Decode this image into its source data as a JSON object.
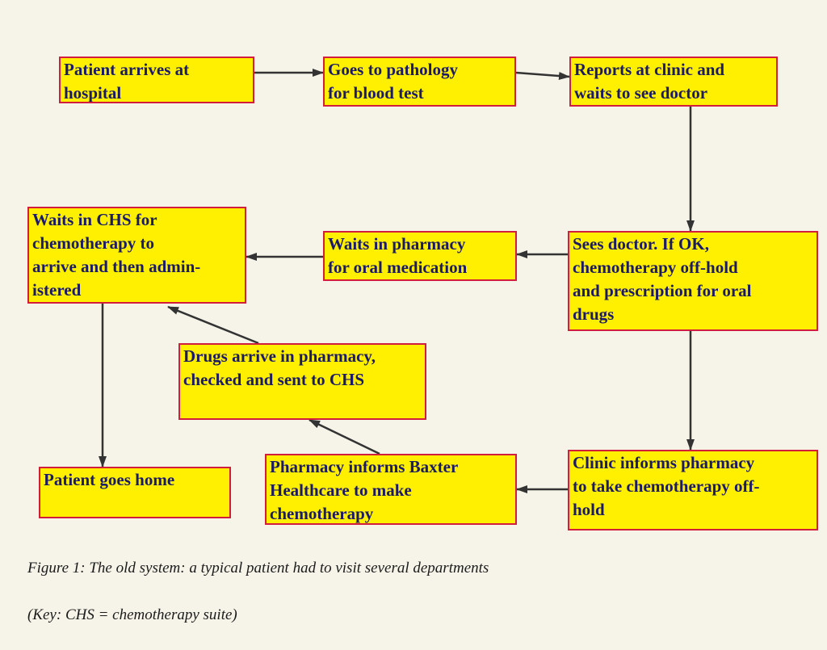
{
  "diagram": {
    "box_color": "#ffef00",
    "border_color": "#d21e3c",
    "text_color": "#1a1a66",
    "arrow_color": "#333333",
    "boxes": {
      "patient_arrives": "Patient arrives at\nhospital",
      "pathology": "Goes to pathology\nfor blood test",
      "reports_clinic": "Reports at clinic and\nwaits to see doctor",
      "sees_doctor": "Sees doctor. If OK,\nchemotherapy off-hold\nand prescription for oral\ndrugs",
      "waits_pharmacy": "Waits in pharmacy\nfor oral medication",
      "waits_chs": "Waits in CHS for\nchemotherapy to\narrive and then admin-\nistered",
      "drugs_arrive": "Drugs arrive in pharmacy,\nchecked and sent to CHS",
      "clinic_informs": "Clinic informs pharmacy\nto take chemotherapy off-\nhold",
      "pharmacy_informs": "Pharmacy informs Baxter\nHealthcare to make\nchemotherapy",
      "patient_home": "Patient goes home"
    }
  },
  "caption": {
    "line1": "Figure 1: The old system: a typical patient had to visit several departments",
    "line2": "(Key: CHS = chemotherapy suite)"
  }
}
